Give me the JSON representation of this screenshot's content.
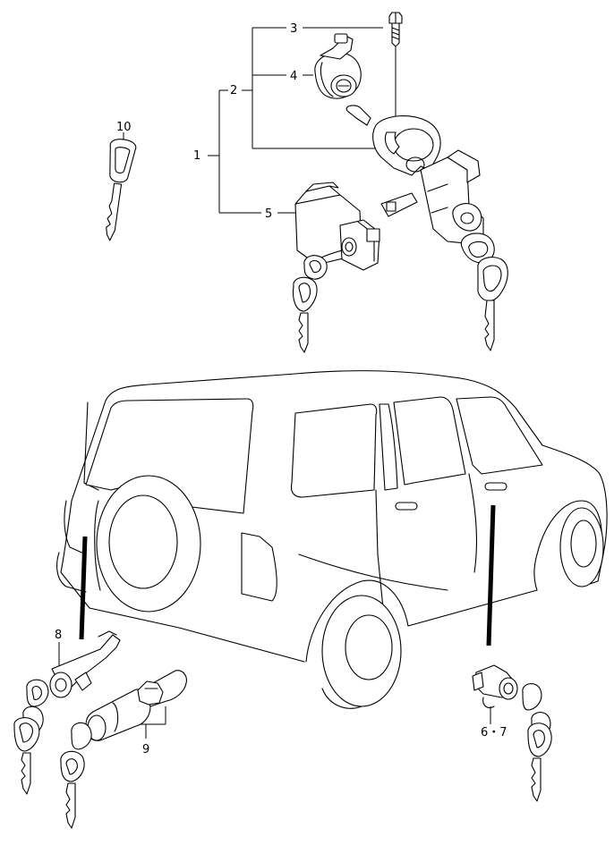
{
  "callouts": {
    "c1": "1",
    "c2": "2",
    "c3": "3",
    "c4": "4",
    "c5": "5",
    "c67": "6・7",
    "c8": "8",
    "c9": "9",
    "c10": "10"
  }
}
